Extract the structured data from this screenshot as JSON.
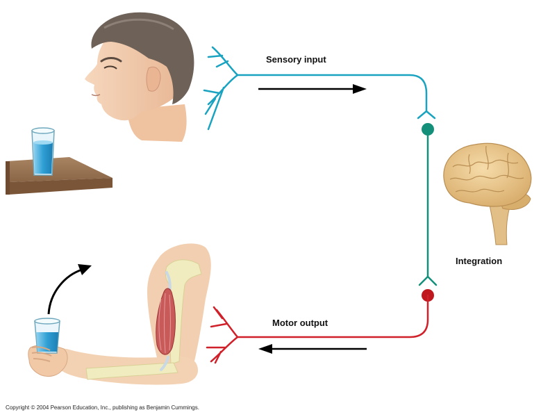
{
  "labels": {
    "sensory": "Sensory input",
    "motor": "Motor output",
    "integration": "Integration"
  },
  "copyright": "Copyright © 2004 Pearson Education, Inc., publishing as Benjamin Cummings.",
  "colors": {
    "sensory_pathway": "#1aa3c0",
    "integration_pathway": "#14907a",
    "motor_pathway": "#d0202a",
    "arrow": "#000000",
    "skin": "#f3cfb0",
    "hair": "#6b5e55",
    "brain": "#e7c48a",
    "bone": "#f1ecbf",
    "muscle": "#c95a5a",
    "water": "#3aa9d8",
    "table": "#9b7452"
  }
}
